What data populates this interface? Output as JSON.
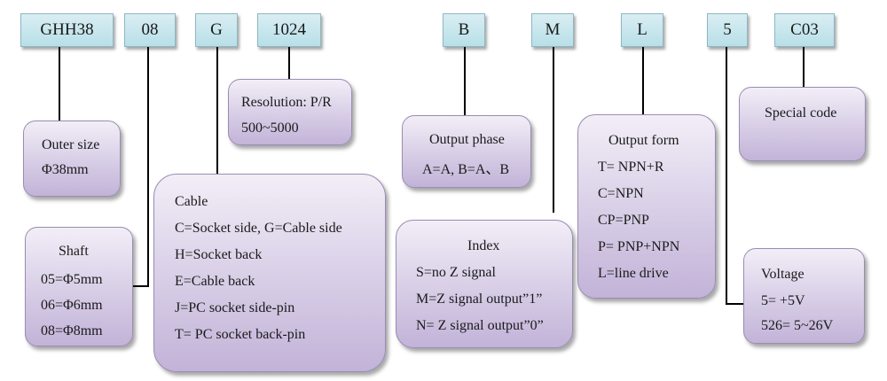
{
  "codes": [
    "GHH38",
    "08",
    "G",
    "1024",
    "B",
    "M",
    "L",
    "5",
    "C03"
  ],
  "outer_size": {
    "title": "Outer size",
    "value": "Φ38mm"
  },
  "resolution": {
    "title": "Resolution: P/R",
    "value": "500~5000"
  },
  "cable": {
    "title": "Cable",
    "lines": [
      "C=Socket side, G=Cable side",
      "H=Socket back",
      "E=Cable back",
      "J=PC socket side-pin",
      "T= PC socket back-pin"
    ]
  },
  "shaft": {
    "title": "Shaft",
    "lines": [
      "05=Φ5mm",
      "06=Φ6mm",
      "08=Φ8mm"
    ]
  },
  "output_phase": {
    "title": "Output phase",
    "value": "A=A, B=A、B"
  },
  "index": {
    "title": "Index",
    "lines": [
      "S=no Z signal",
      "M=Z signal output”1”",
      "N= Z signal output”0”"
    ]
  },
  "output_form": {
    "title": "Output form",
    "lines": [
      "T= NPN+R",
      "C=NPN",
      "CP=PNP",
      "P= PNP+NPN",
      "L=line drive"
    ]
  },
  "special_code": {
    "title": "Special code"
  },
  "voltage": {
    "title": "Voltage",
    "lines": [
      "5= +5V",
      "526= 5~26V"
    ]
  },
  "colors": {
    "code_fill": "#c6e6ee",
    "box_fill": "#d3c8e2",
    "connector": "#000000"
  }
}
